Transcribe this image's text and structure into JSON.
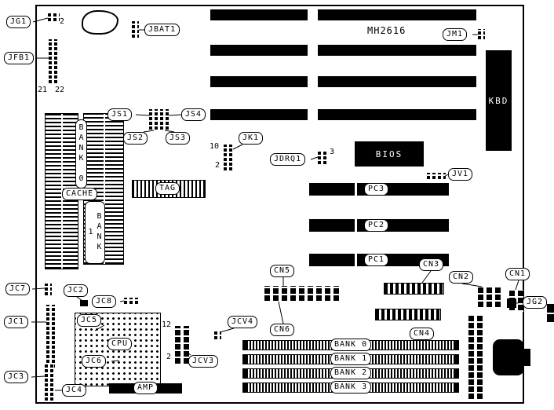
{
  "model": "MH2616",
  "callouts": {
    "jg1": "JG1",
    "jfb1": "JFB1",
    "jbat1": "JBAT1",
    "jm1": "JM1",
    "kbd": "KBD",
    "bios": "BIOS",
    "jv1": "JV1",
    "pc1": "PC1",
    "pc2": "PC2",
    "pc3": "PC3",
    "js1": "JS1",
    "js2": "JS2",
    "js3": "JS3",
    "js4": "JS4",
    "jk1": "JK1",
    "jdrq1": "JDRQ1",
    "tag": "TAG",
    "cache_bank0": "BANK 0",
    "cache": "CACHE",
    "cache_bank1": "BANK 1",
    "cn1": "CN1",
    "cn2": "CN2",
    "cn3": "CN3",
    "cn4": "CN4",
    "cn5": "CN5",
    "cn6": "CN6",
    "jc1": "JC1",
    "jc2": "JC2",
    "jc3": "JC3",
    "jc4": "JC4",
    "jc5": "JC5",
    "jc6": "JC6",
    "jc7": "JC7",
    "jc8": "JC8",
    "jg2": "JG2",
    "jcv3": "JCV3",
    "jcv4": "JCV4",
    "cpu": "CPU",
    "amp": "AMP",
    "bank0": "BANK 0",
    "bank1": "BANK 1",
    "bank2": "BANK 2",
    "bank3": "BANK 3"
  },
  "pin_labels": {
    "jg1_2": "2",
    "jfb1_21": "21",
    "jfb1_22": "22",
    "jk1_10": "10",
    "jk1_2": "2",
    "jdrq1_3": "3",
    "jcv3_12": "12",
    "jcv3_2": "2"
  }
}
